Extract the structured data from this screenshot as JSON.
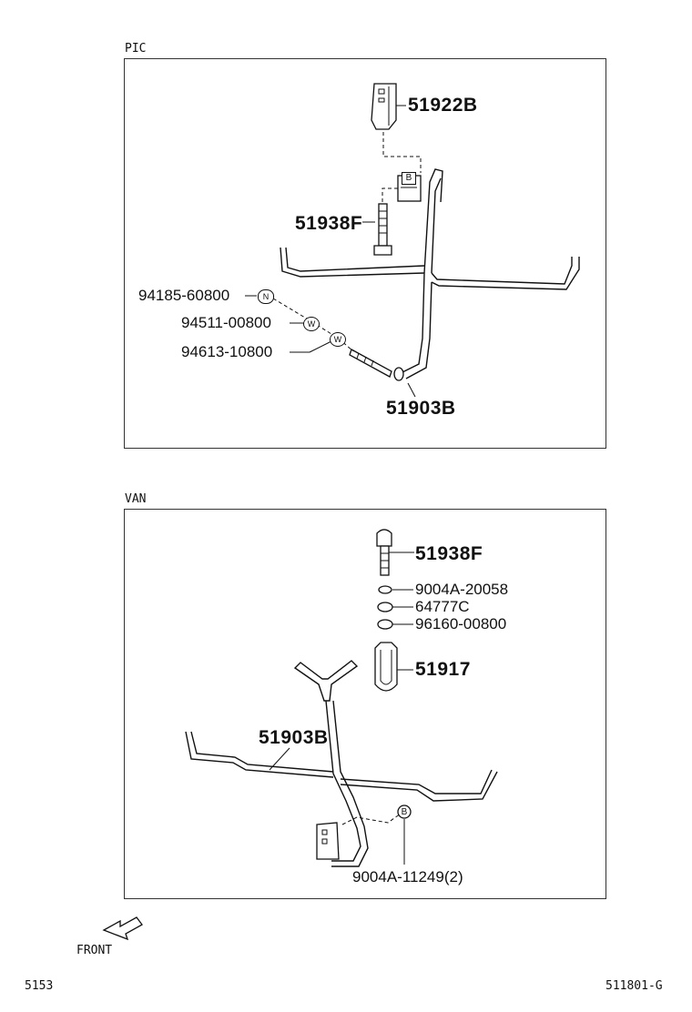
{
  "panels": {
    "top_label": "PIC",
    "bottom_label": "VAN"
  },
  "top_parts": {
    "p1": "51922B",
    "p2": "51938F",
    "p3": "94185-60800",
    "p4": "94511-00800",
    "p5": "94613-10800",
    "p6": "51903B"
  },
  "bottom_parts": {
    "p1": "51938F",
    "p2": "9004A-20058",
    "p3": "64777C",
    "p4": "96160-00800",
    "p5": "51917",
    "p6": "51903B",
    "p7": "9004A-11249(2)"
  },
  "markers": {
    "b": "B",
    "n": "N",
    "w": "W"
  },
  "front_label": "FRONT",
  "footer": {
    "left": "5153",
    "right": "511801-G"
  }
}
